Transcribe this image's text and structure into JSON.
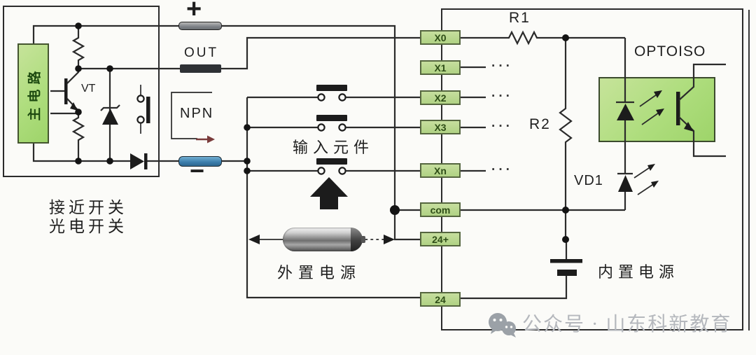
{
  "colors": {
    "wire": "#2b2b2b",
    "terminal_fill": "#b7d88c",
    "terminal_border": "#55663f",
    "opto_fill": "#aedd7d",
    "sensor_fill": "#b2dc7e",
    "plus_bar": "#8b9096",
    "out_bar": "#2e3135",
    "minus_bar": "#3f81ae",
    "npn_arrow": "#7a3b3b",
    "watermark": "#b5b8bd"
  },
  "sensor_block": {
    "main_circuit": "主电路",
    "transistor": "VT",
    "type": "NPN",
    "caption_line1": "接近开关",
    "caption_line2": "光电开关"
  },
  "top_terminals": {
    "plus": "+",
    "out": "OUT",
    "minus": "−"
  },
  "middle": {
    "input_elements": "输入元件",
    "external_power": "外置电源"
  },
  "plc": {
    "terminals": [
      "X0",
      "X1",
      "X2",
      "X3",
      "Xn",
      "com",
      "24+",
      "24"
    ],
    "r1": "R1",
    "r2": "R2",
    "vd1": "VD1",
    "optoiso": "OPTOISO",
    "internal_power": "内置电源",
    "ellipsis": "···"
  },
  "watermark": {
    "text": "公众号 · 山东科新教育"
  }
}
